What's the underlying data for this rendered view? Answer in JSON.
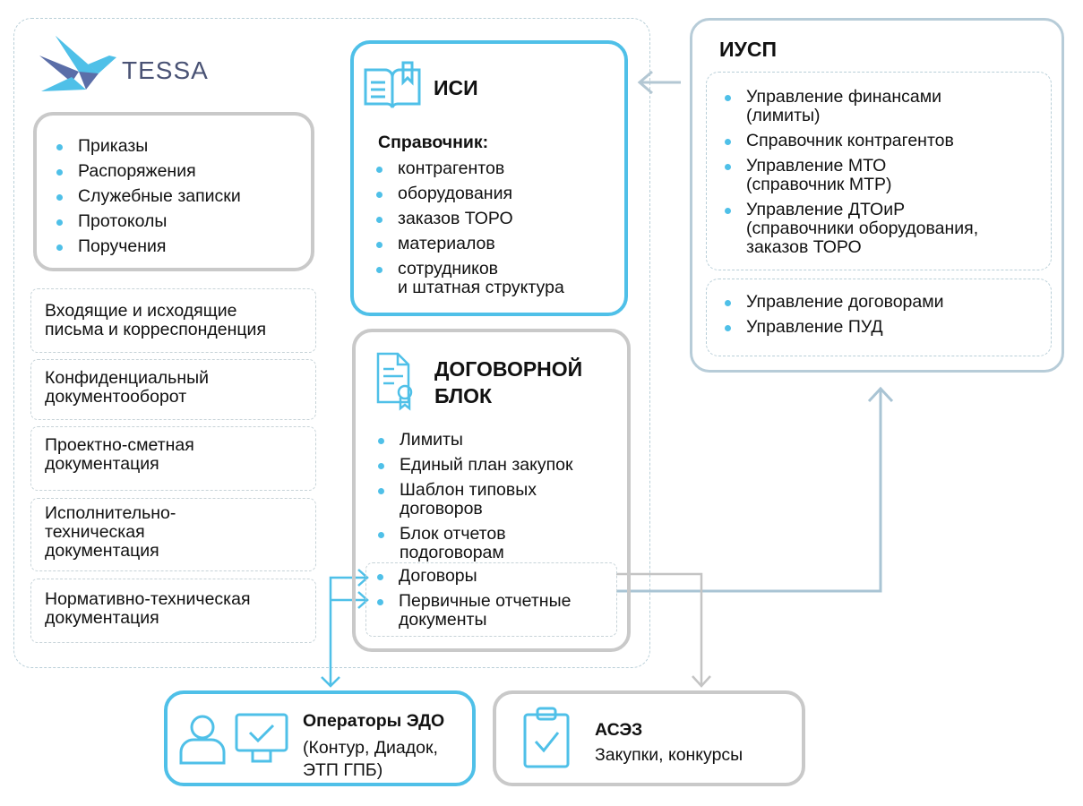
{
  "logo": {
    "text": "TESSA"
  },
  "tessa": {
    "main_list": [
      "Приказы",
      "Распоряжения",
      "Служебные записки",
      "Протоколы",
      "Поручения"
    ],
    "blocks": [
      "Входящие и исходящие\nписьма и корреспонденция",
      "Конфиденциальный\nдокументооборот",
      "Проектно-сметная\nдокументация",
      "Исполнительно-\nтехническая\nдокументация",
      "Нормативно-техническая\nдокументация"
    ]
  },
  "isi": {
    "title": "ИСИ",
    "subtitle": "Справочник:",
    "items": [
      "контрагентов",
      "оборудования",
      "заказов ТОРО",
      "материалов",
      "сотрудников\nи штатная структура"
    ]
  },
  "contract": {
    "title": "ДОГОВОРНОЙ\nБЛОК",
    "items": [
      "Лимиты",
      "Единый план закупок",
      "Шаблон типовых\nдоговоров",
      "Блок отчетов\nподоговорам"
    ],
    "highlighted": [
      "Договоры",
      "Первичные отчетные\nдокументы"
    ]
  },
  "iusp": {
    "title": "ИУСП",
    "group1": [
      "Управление финансами\n(лимиты)",
      "Справочник контрагентов",
      "Управление МТО\n(справочник МТР)",
      "Управление ДТОиР\n(справочники оборудования,\nзаказов ТОРО"
    ],
    "group2": [
      "Управление договорами",
      "Управление ПУД"
    ]
  },
  "edo": {
    "title": "Операторы ЭДО",
    "desc": "(Контур, Диадок,\nЭТП ГПБ)"
  },
  "asez": {
    "title": "АСЭЗ",
    "desc": "Закупки, конкурсы"
  },
  "colors": {
    "blue": "#4fc0e8",
    "grey": "#c9c9c9",
    "link": "#a9c4d4"
  }
}
